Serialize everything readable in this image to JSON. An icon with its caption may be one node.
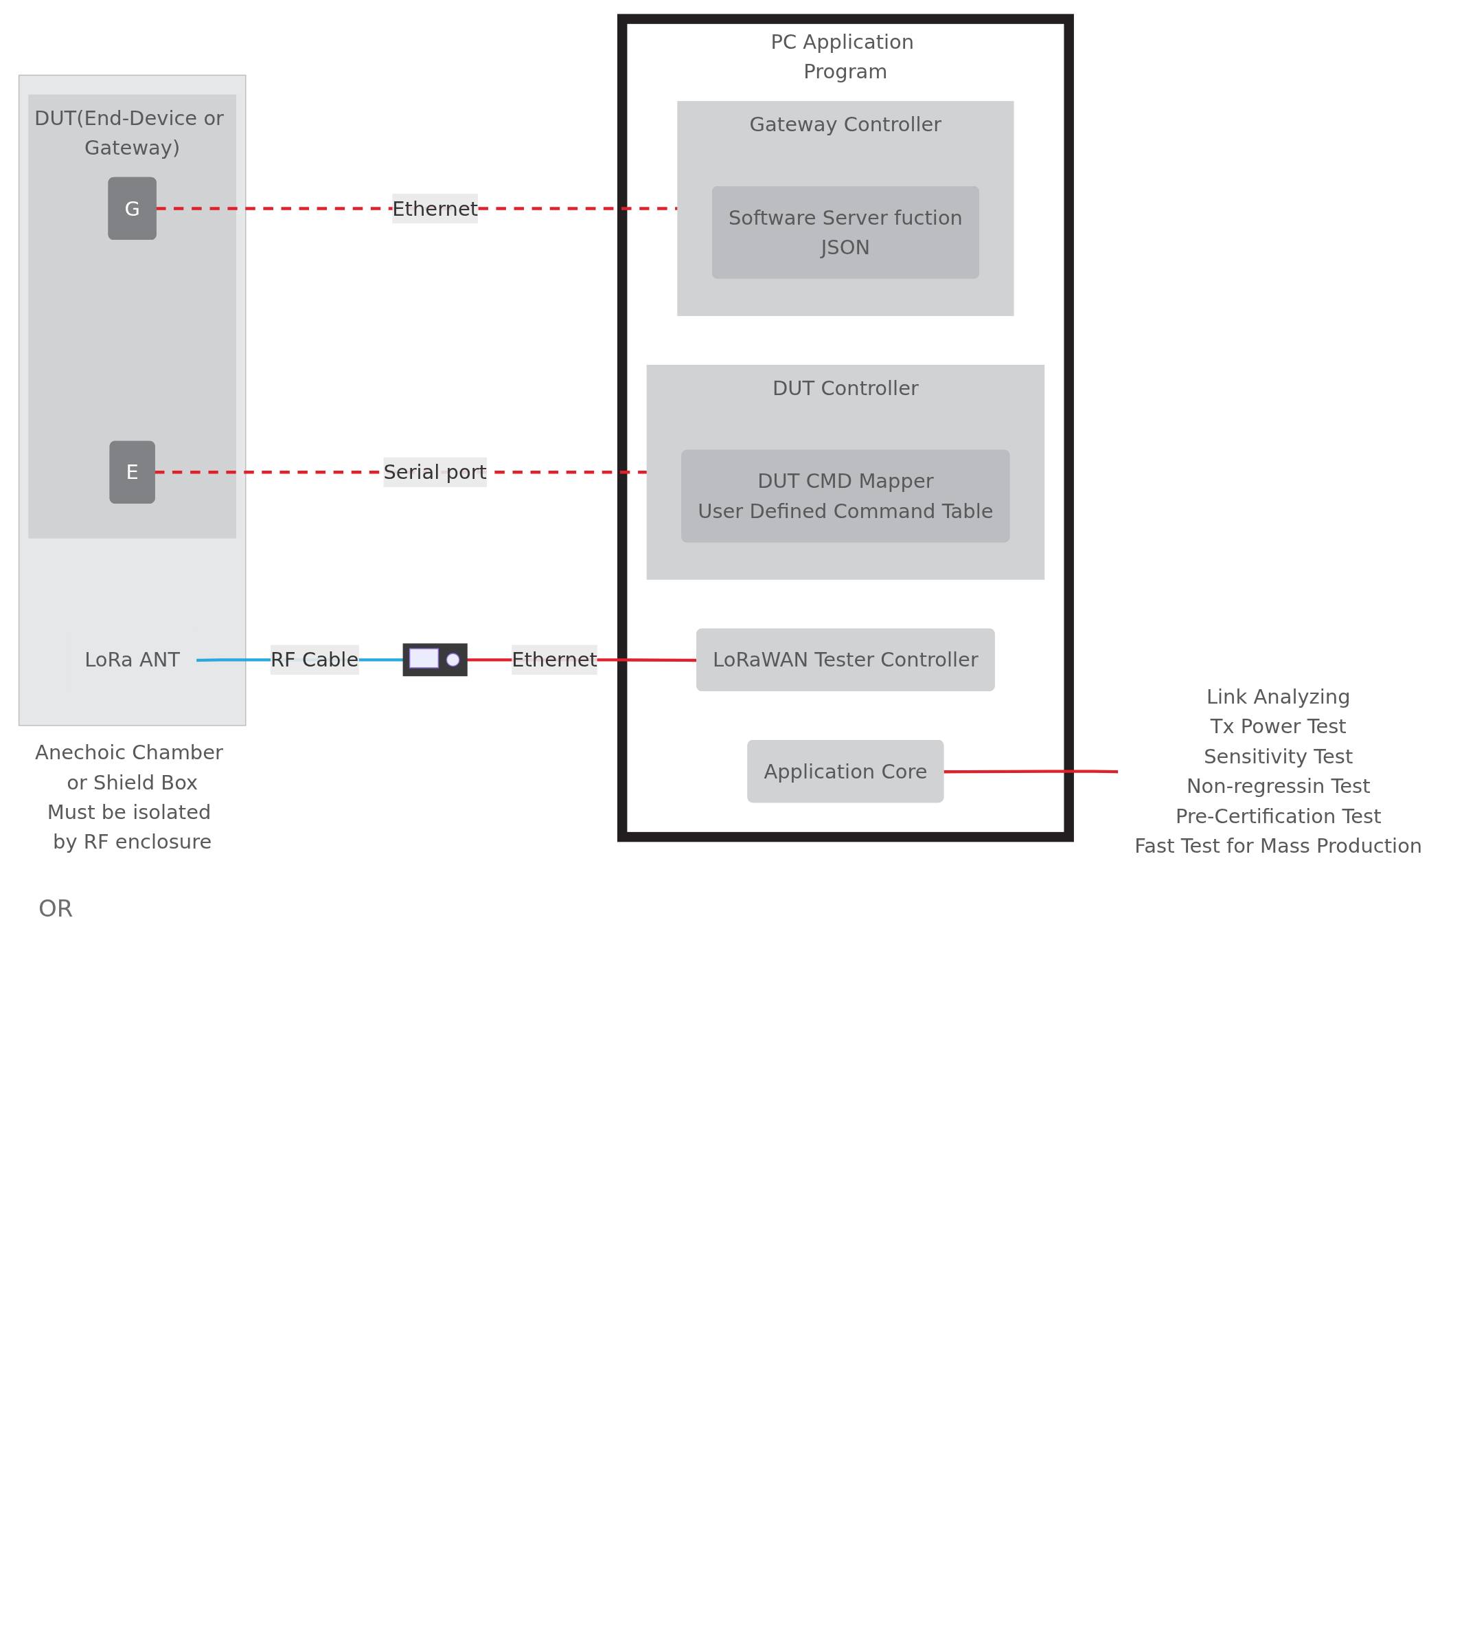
{
  "diagram": {
    "nodes": [
      {
        "text": [],
        "shape": "picture"
      },
      {
        "text": [
          "Anechoic Chamber or Shield Box",
          "Must be isolated by RF enclosure"
        ]
      },
      {
        "text": [
          "LoRa ANT"
        ],
        "in": 1
      },
      {
        "text": [
          "DUT(End-Device or Gateway)"
        ],
        "in": 1
      },
      {
        "text": [
          "E"
        ],
        "in": 3
      },
      {
        "text": [
          "G"
        ],
        "in": 3
      },
      {
        "text": [
          "PC Application Program"
        ]
      },
      {
        "text": [
          "DUT Controller"
        ],
        "in": 6
      },
      {
        "text": [
          "DUT CMD Mapper",
          "User Defined Command Table"
        ],
        "in": 7
      },
      {
        "text": [
          "LoRaWAN Tester Controller"
        ],
        "in": 6
      },
      {
        "text": [
          "Gateway Controller"
        ],
        "in": 6
      },
      {
        "text": [
          "Software Server fuction",
          "JSON"
        ],
        "in": 10
      },
      {
        "text": [
          "Application Core"
        ],
        "in": 6
      },
      {
        "text": [
          "Link Analyzing",
          "Tx Power Test",
          "Sensitivity Test",
          "Non-regressin Test",
          "Pre-Certification Test",
          "Fast Test for Mass Production"
        ]
      }
    ],
    "edges": [
      {
        "from": 2,
        "to": 0,
        "arrow": "none",
        "label": "RF Cable",
        "color": "#29a8e0"
      },
      {
        "from": 0,
        "to": 9,
        "arrow": "none",
        "label": "Ethernet"
      },
      {
        "from": 4,
        "to": 7,
        "arrow": "none",
        "label": "Serial port",
        "style": "dashed"
      },
      {
        "from": 5,
        "to": 10,
        "arrow": "none",
        "label": "Ethernet",
        "style": "dashed"
      },
      {
        "from": 12,
        "to": 13,
        "arrow": "none"
      }
    ],
    "labels": [
      "OR"
    ]
  }
}
